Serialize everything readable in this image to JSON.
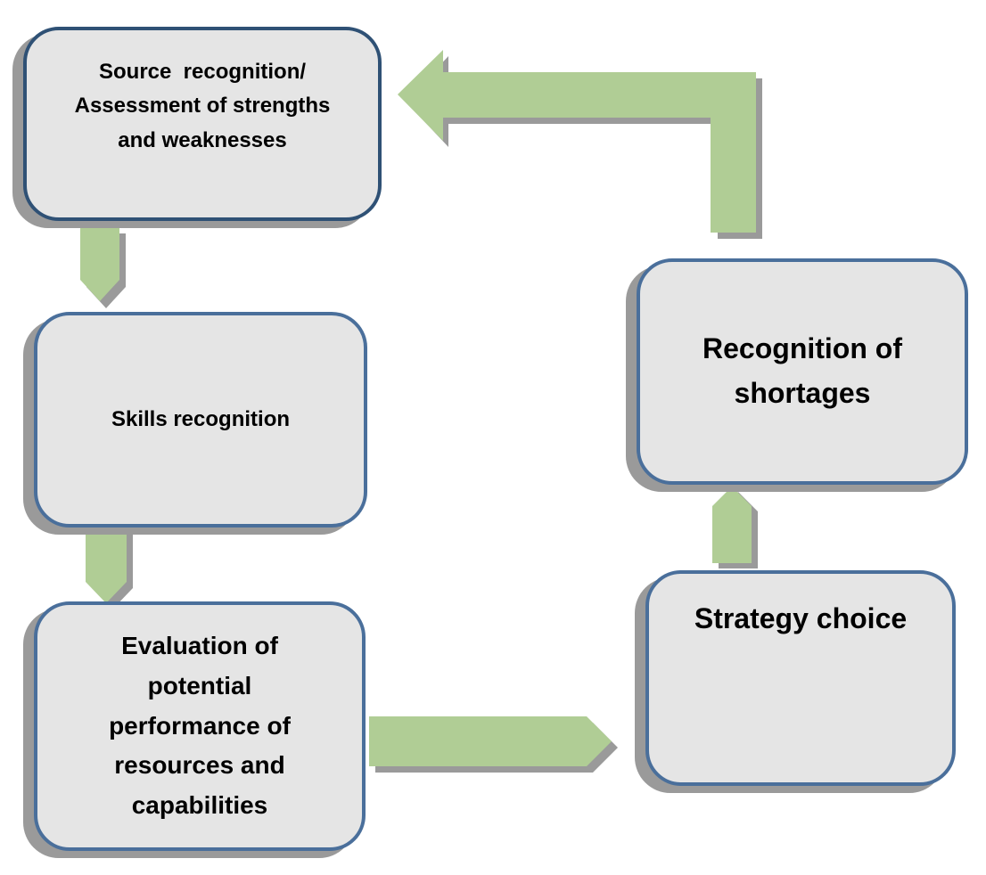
{
  "diagram": {
    "type": "process-cycle",
    "colors": {
      "box_fill": "#e5e5e5",
      "box_border": "#4a6f9b",
      "arrow_fill": "#b0cd95",
      "shadow": "#9a9a9a"
    },
    "nodes": [
      {
        "id": "source",
        "label": "Source recognition/ Assessment of strengths and weaknesses",
        "lines": [
          "Source  recognition/",
          "Assessment of strengths",
          "and weaknesses"
        ]
      },
      {
        "id": "skills",
        "label": "Skills recognition",
        "lines": [
          "Skills recognition"
        ]
      },
      {
        "id": "eval",
        "label": "Evaluation of potential performance of resources and capabilities",
        "lines": [
          "Evaluation of",
          "potential",
          "performance of",
          "resources and",
          "capabilities"
        ]
      },
      {
        "id": "strategy",
        "label": "Strategy choice",
        "lines": [
          "Strategy choice"
        ]
      },
      {
        "id": "shortages",
        "label": "Recognition of shortages",
        "lines": [
          "Recognition of",
          "shortages"
        ]
      }
    ],
    "edges": [
      {
        "from": "source",
        "to": "skills",
        "direction": "down"
      },
      {
        "from": "skills",
        "to": "eval",
        "direction": "down"
      },
      {
        "from": "eval",
        "to": "strategy",
        "direction": "right"
      },
      {
        "from": "strategy",
        "to": "shortages",
        "direction": "up"
      },
      {
        "from": "shortages",
        "to": "source",
        "direction": "up-then-left"
      }
    ]
  }
}
